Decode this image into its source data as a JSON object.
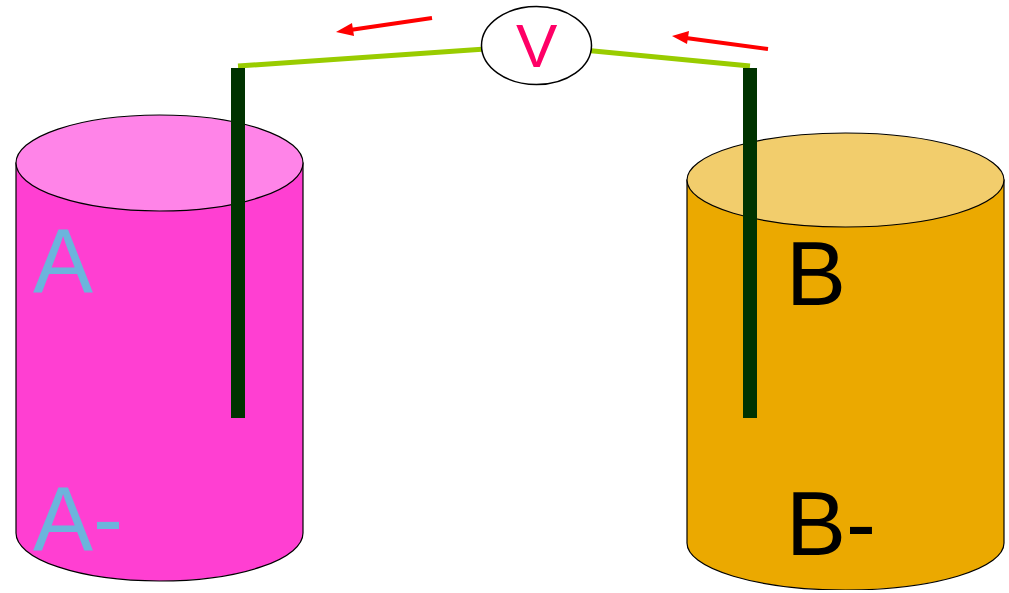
{
  "diagram": {
    "nodes": [
      {
        "text": [
          "A",
          "A-"
        ]
      },
      {
        "text": [
          "V"
        ]
      },
      {
        "text": [
          "B",
          "B-"
        ]
      }
    ],
    "edges": [
      {
        "from": 0,
        "to": 1,
        "arrow": "none"
      },
      {
        "from": 1,
        "to": 2,
        "arrow": "none"
      }
    ]
  }
}
